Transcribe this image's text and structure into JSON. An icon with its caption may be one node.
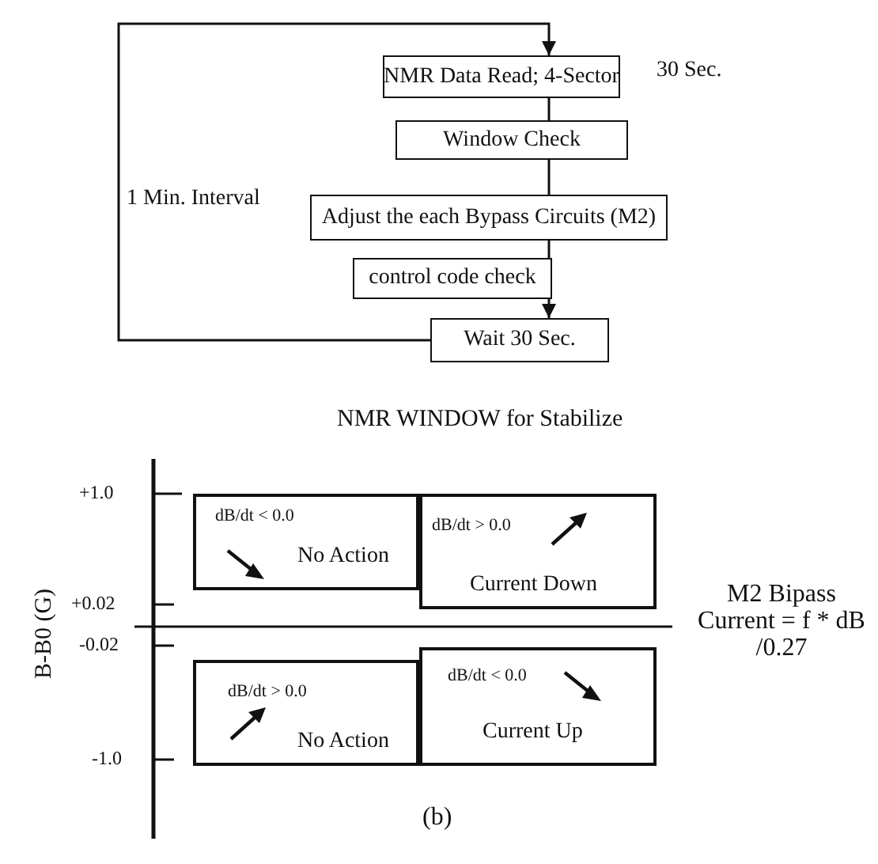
{
  "diagram": {
    "caption": "(b)",
    "nodes": [
      {
        "text": [
          "NMR Data Read; 4-Sector"
        ],
        "beside": [
          "30 Sec."
        ]
      },
      {
        "text": [
          "Window Check"
        ]
      },
      {
        "text": [
          "Adjust the each Bypass Circuits (M2)"
        ]
      },
      {
        "text": [
          "control code check"
        ]
      },
      {
        "text": [
          "Wait 30 Sec."
        ]
      },
      {
        "text": [
          "dB/dt < 0.0",
          "No Action"
        ]
      },
      {
        "text": [
          "dB/dt > 0.0",
          "Current Down"
        ]
      },
      {
        "text": [
          "dB/dt > 0.0",
          "No Action"
        ]
      },
      {
        "text": [
          "dB/dt < 0.0",
          "Current Up"
        ]
      }
    ],
    "edges": [
      {
        "from": 0,
        "to": 1,
        "arrow": "none"
      },
      {
        "from": 1,
        "to": 2,
        "arrow": "none"
      },
      {
        "from": 2,
        "to": 3,
        "arrow": "none"
      },
      {
        "from": 3,
        "to": 4,
        "arrow": "to"
      },
      {
        "from": 4,
        "to": 0,
        "arrow": "to",
        "label": "1 Min. Interval"
      }
    ],
    "labels": [
      "NMR WINDOW for Stabilize",
      "+1.0",
      "+0.02",
      "-0.02",
      "-1.0",
      "B-B0 (G)",
      "M2 Bipass Current = f * dB /0.27"
    ]
  }
}
